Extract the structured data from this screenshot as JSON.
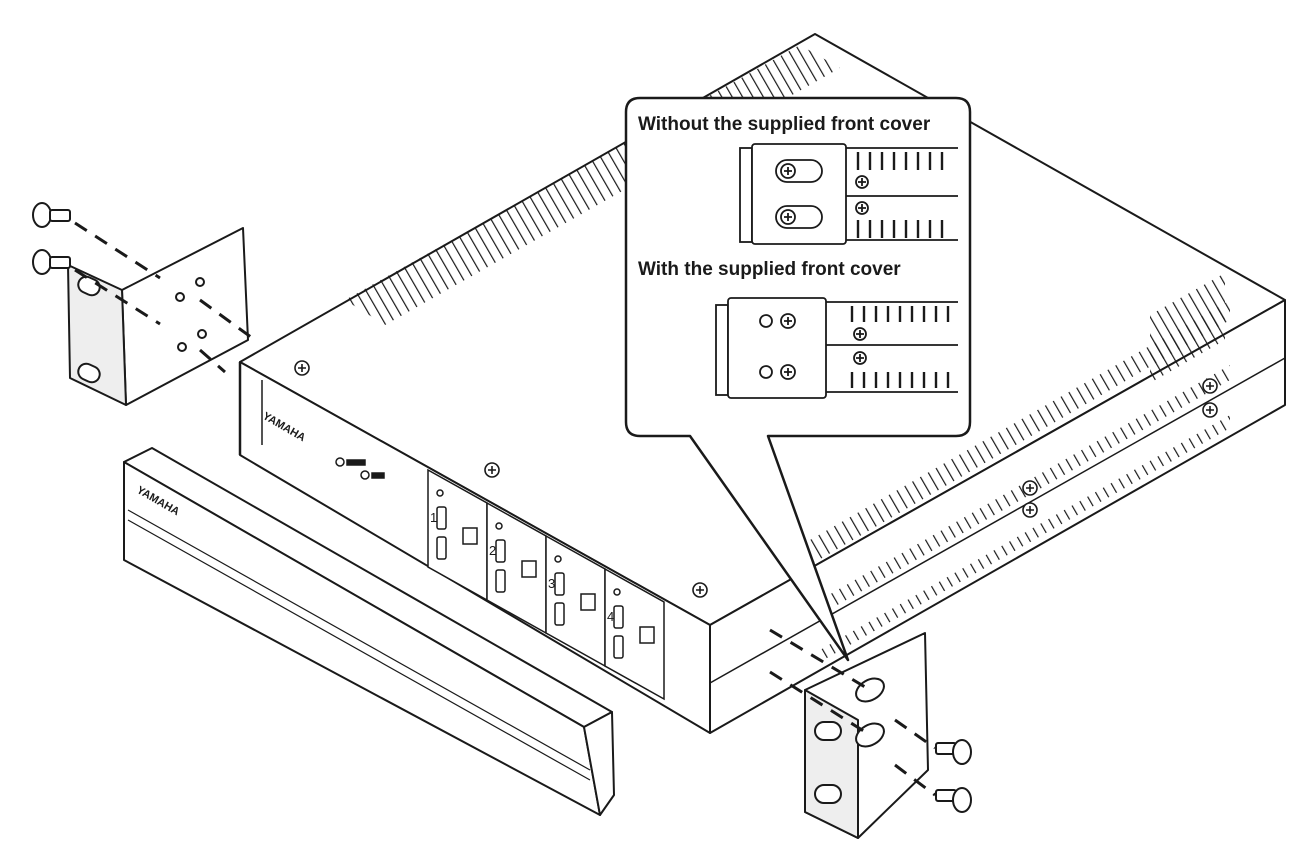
{
  "callout": {
    "without_label": "Without the supplied front cover",
    "with_label": "With the supplied front cover"
  },
  "device": {
    "brand": "YAMAHA",
    "port_numbers": [
      "1",
      "2",
      "3",
      "4"
    ]
  },
  "front_cover": {
    "brand": "YAMAHA"
  },
  "colors": {
    "line": "#1a1a1a",
    "fill": "#ffffff",
    "shade": "#d8d8d8"
  }
}
